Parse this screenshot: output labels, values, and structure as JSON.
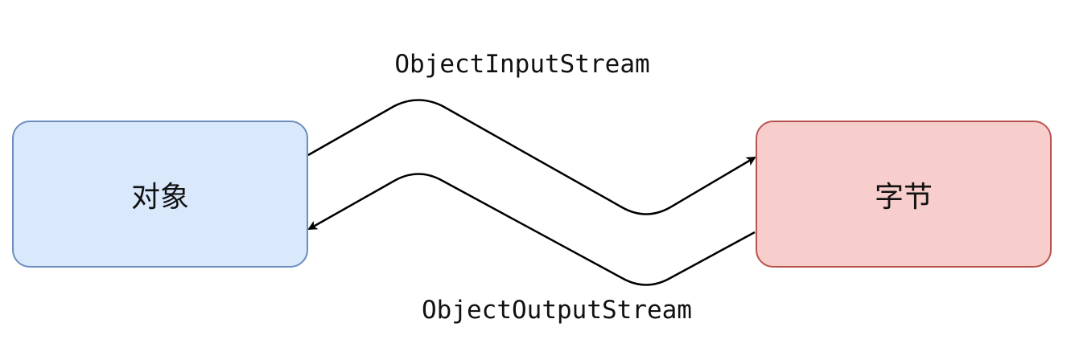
{
  "nodes": {
    "left": {
      "label": "对象",
      "fill": "#dae8fc",
      "stroke": "#6c8ebf"
    },
    "right": {
      "label": "字节",
      "fill": "#f8cecc",
      "stroke": "#b85450"
    }
  },
  "edges": {
    "top": {
      "label": "ObjectInputStream",
      "from": "对象",
      "to": "字节"
    },
    "bottom": {
      "label": "ObjectOutputStream",
      "from": "字节",
      "to": "对象"
    },
    "stroke": "#000000"
  }
}
